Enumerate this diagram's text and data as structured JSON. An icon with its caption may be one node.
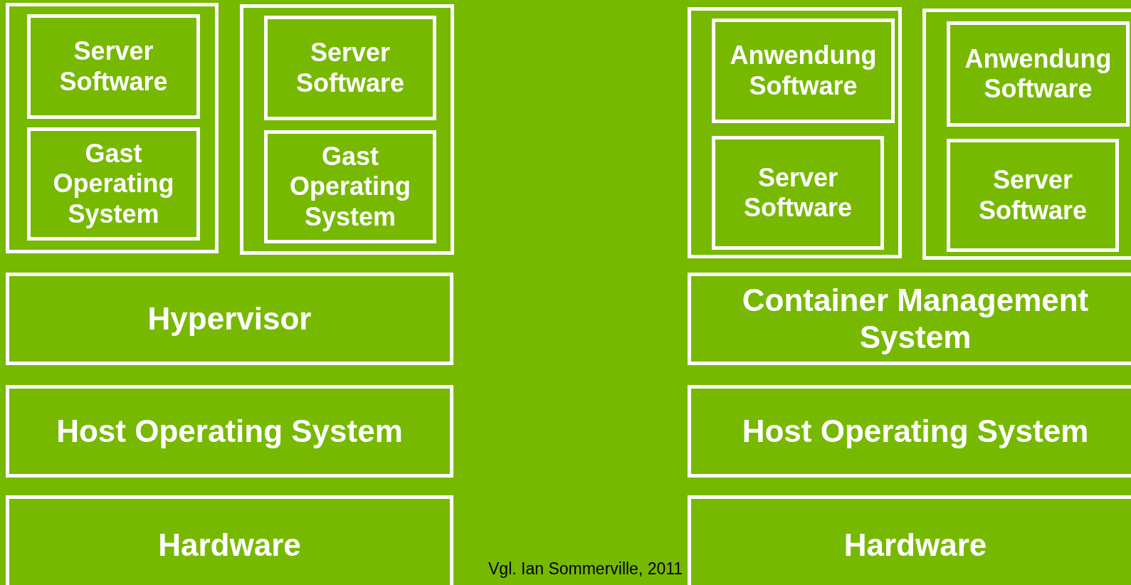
{
  "diagram": {
    "nodes": [
      {
        "text": [],
        "shape": "box"
      },
      {
        "text": [
          "Server Software"
        ],
        "in": 0
      },
      {
        "text": [
          "Gast Operating System"
        ],
        "in": 0
      },
      {
        "text": [],
        "shape": "box"
      },
      {
        "text": [
          "Server Software"
        ],
        "in": 3
      },
      {
        "text": [
          "Gast Operating System"
        ],
        "in": 3
      },
      {
        "text": [
          "Hypervisor"
        ]
      },
      {
        "text": [
          "Host Operating System"
        ]
      },
      {
        "text": [
          "Hardware"
        ]
      },
      {
        "text": [],
        "shape": "box"
      },
      {
        "text": [
          "Anwendung Software"
        ],
        "in": 9
      },
      {
        "text": [
          "Server Software"
        ],
        "in": 9
      },
      {
        "text": [],
        "shape": "box"
      },
      {
        "text": [
          "Anwendung Software"
        ],
        "in": 12
      },
      {
        "text": [
          "Server Software"
        ],
        "in": 12
      },
      {
        "text": [
          "Container Management System"
        ]
      },
      {
        "text": [
          "Host Operating System"
        ]
      },
      {
        "text": [
          "Hardware"
        ]
      }
    ],
    "labels": [
      "Vgl. Ian Sommerville, 2011"
    ]
  }
}
